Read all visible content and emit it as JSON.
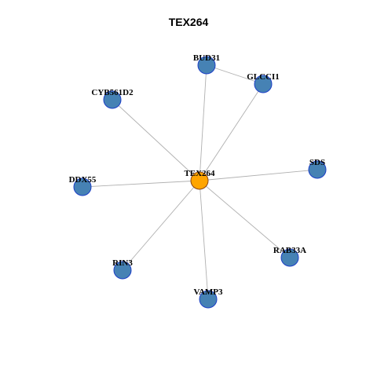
{
  "title": "TEX264",
  "colors": {
    "hub_fill": "#FFA500",
    "hub_stroke": "#8B4513",
    "node_fill": "#4682B4",
    "node_stroke": "#1C3FC7",
    "edge": "#B0B0B0",
    "label": "#000000"
  },
  "nodes": [
    {
      "id": "TEX264",
      "label": "TEX264",
      "hub": true
    },
    {
      "id": "BUD31",
      "label": "BUD31",
      "hub": false
    },
    {
      "id": "GLCCI1",
      "label": "GLCCI1",
      "hub": false
    },
    {
      "id": "CYB561D2",
      "label": "CYB561D2",
      "hub": false
    },
    {
      "id": "SDS",
      "label": "SDS",
      "hub": false
    },
    {
      "id": "DDX55",
      "label": "DDX55",
      "hub": false
    },
    {
      "id": "RAB33A",
      "label": "RAB33A",
      "hub": false
    },
    {
      "id": "RIN3",
      "label": "RIN3",
      "hub": false
    },
    {
      "id": "VAMP3",
      "label": "VAMP3",
      "hub": false
    }
  ],
  "edges": [
    [
      "TEX264",
      "BUD31"
    ],
    [
      "TEX264",
      "GLCCI1"
    ],
    [
      "TEX264",
      "CYB561D2"
    ],
    [
      "TEX264",
      "SDS"
    ],
    [
      "TEX264",
      "DDX55"
    ],
    [
      "TEX264",
      "RAB33A"
    ],
    [
      "TEX264",
      "RIN3"
    ],
    [
      "TEX264",
      "VAMP3"
    ],
    [
      "BUD31",
      "GLCCI1"
    ]
  ]
}
